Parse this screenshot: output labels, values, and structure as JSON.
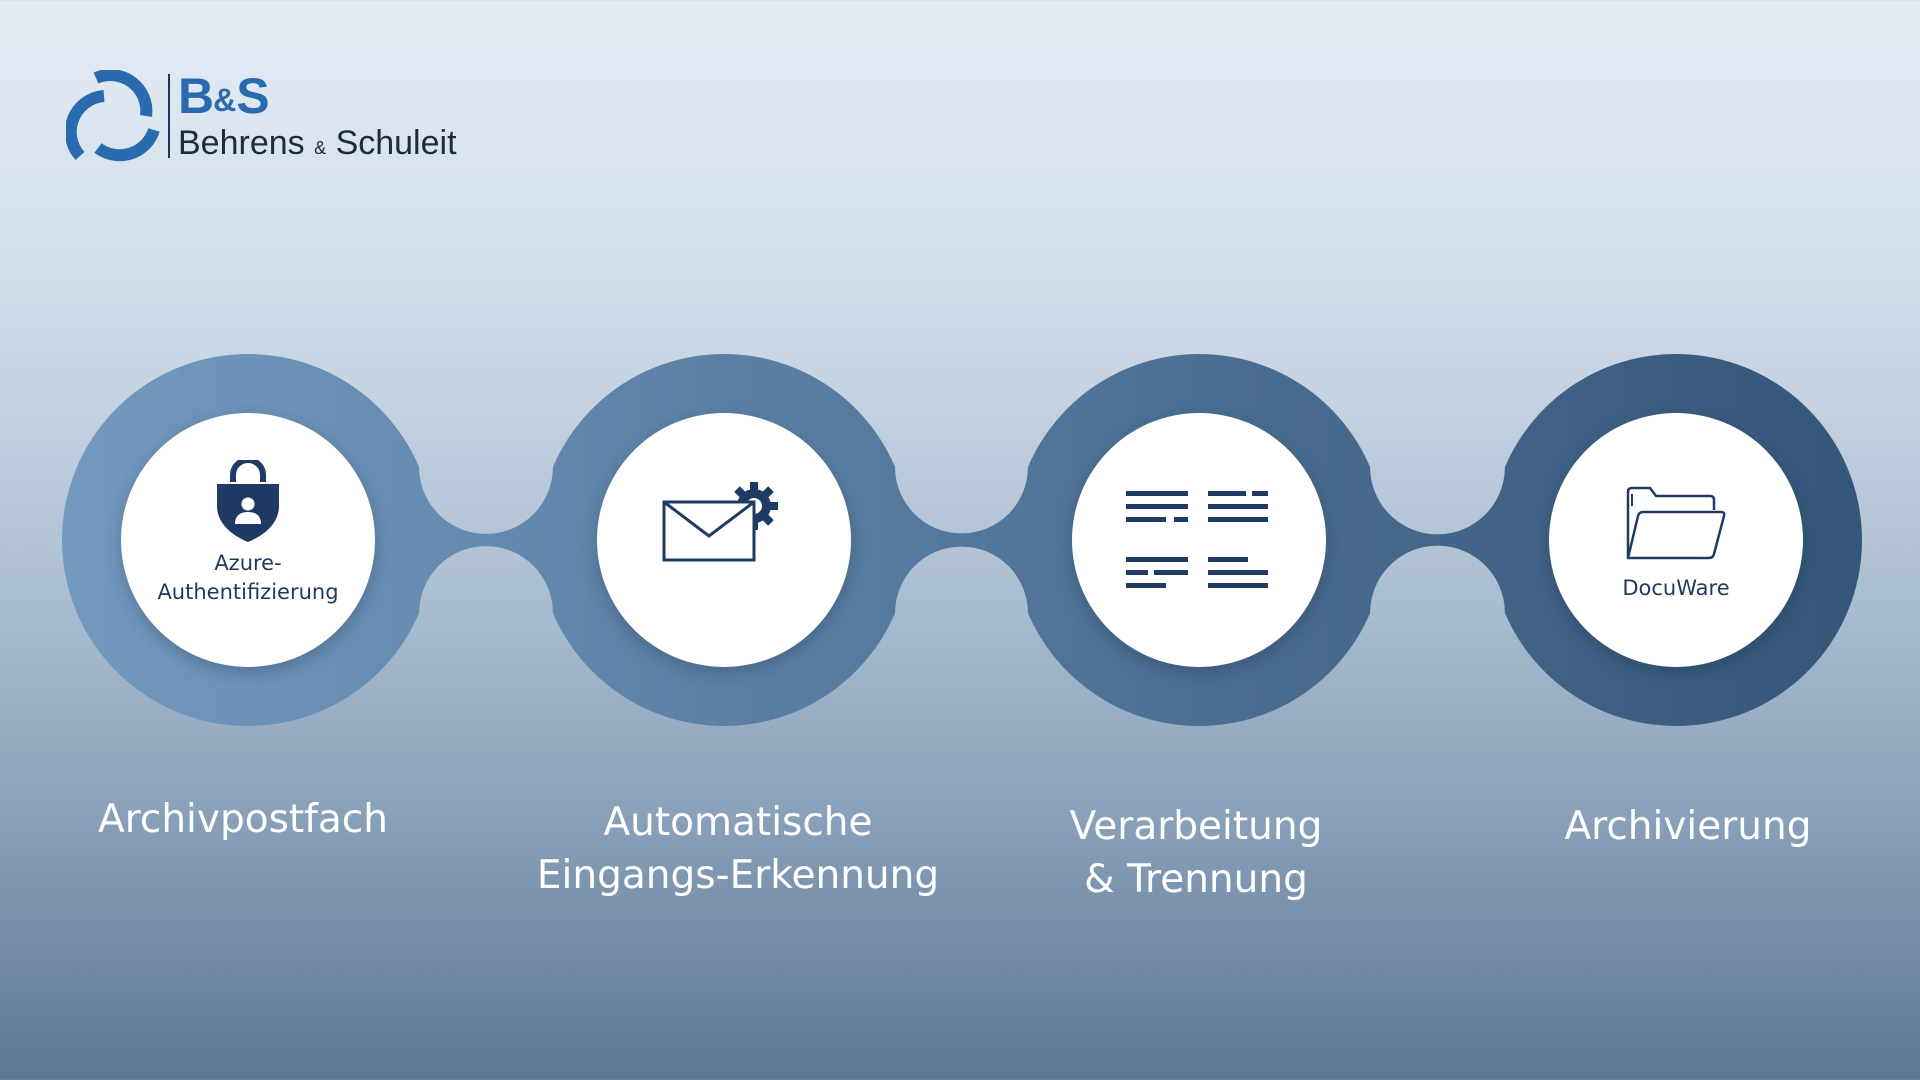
{
  "logo": {
    "short_prefix": "B",
    "short_amp": "&",
    "short_suffix": "S",
    "name_first": "Behrens",
    "name_amp": "&",
    "name_last": "Schuleit"
  },
  "steps": [
    {
      "icon": "lock-shield-user-icon",
      "caption_lines": [
        "Azure-",
        "Authentifizierung"
      ],
      "label_lines": [
        "Archivpostfach"
      ]
    },
    {
      "icon": "envelope-gear-icon",
      "caption_lines": [],
      "label_lines": [
        "Automatische",
        "Eingangs-Erkennung"
      ]
    },
    {
      "icon": "text-columns-icon",
      "caption_lines": [],
      "label_lines": [
        "Verarbeitung",
        "& Trennung"
      ]
    },
    {
      "icon": "folder-icon",
      "caption_lines": [
        "DocuWare"
      ],
      "label_lines": [
        "Archivierung"
      ]
    }
  ],
  "colors": {
    "band_start": "#7399bf",
    "band_end": "#345678",
    "icon_navy": "#1f3a63",
    "logo_blue": "#2a6aae",
    "label_white": "#ffffff"
  }
}
